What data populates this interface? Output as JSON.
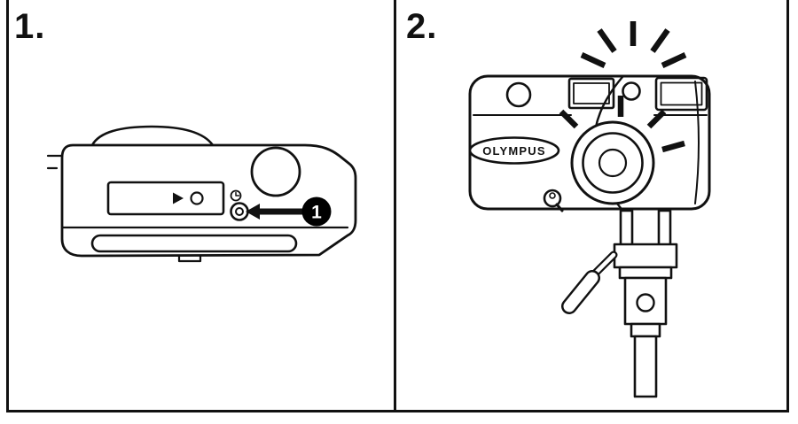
{
  "figure": {
    "background": "#ffffff",
    "line_color": "#111111",
    "callout_bg": "#000000",
    "callout_text_color": "#ffffff",
    "panels": [
      {
        "step_label": "1.",
        "callout_number": "1",
        "icons": [
          "self-timer-clock-icon",
          "play-triangle-icon",
          "circle-indicator-icon",
          "callout-arrow-icon",
          "shutter-button",
          "control-panel-window",
          "film-door-strip"
        ]
      },
      {
        "step_label": "2.",
        "brand_label": "OLYMPUS",
        "icons": [
          "blink-rays-icon",
          "viewfinder-window",
          "flash-window",
          "self-timer-lamp",
          "camera-lens",
          "tripod",
          "pan-handle"
        ]
      }
    ]
  }
}
